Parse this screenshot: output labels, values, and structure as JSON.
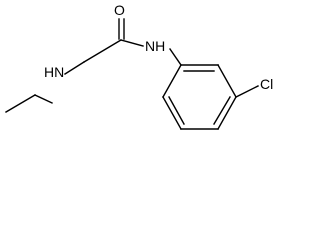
{
  "structure": {
    "atoms": {
      "oxygen": "O",
      "amide_nitrogen": "NH",
      "amine_nitrogen": "HN",
      "chlorine": "Cl"
    },
    "colors": {
      "ink": "#000000",
      "background": "#ffffff"
    }
  }
}
